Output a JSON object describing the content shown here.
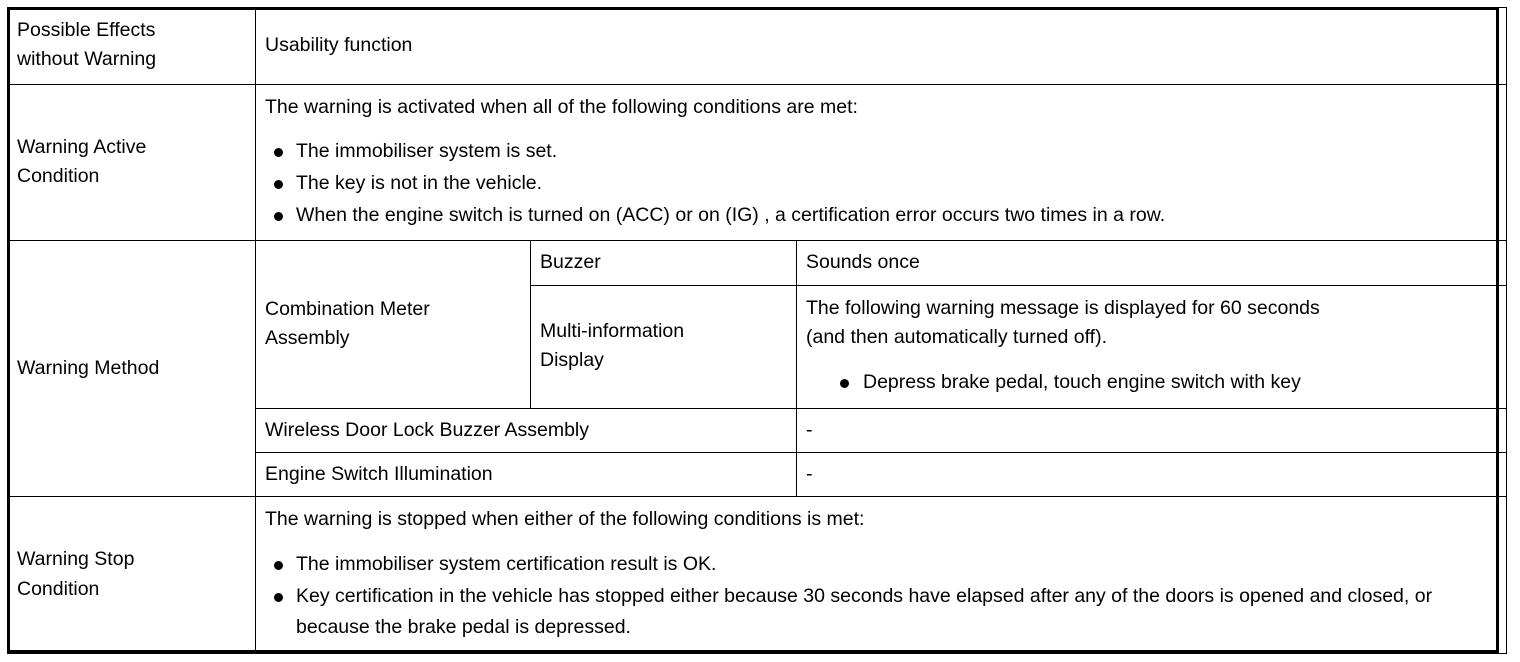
{
  "table": {
    "rows": {
      "possible_effects": {
        "label": "Possible Effects\nwithout Warning",
        "value": "Usability function"
      },
      "warning_active_condition": {
        "label": "Warning Active\nCondition",
        "intro": "The warning is activated when all of the following conditions are met:",
        "bullets": [
          "The immobiliser system is set.",
          "The key is not in the vehicle.",
          "When the engine switch is turned on (ACC) or on (IG) , a certification error occurs two times in a row."
        ]
      },
      "warning_method": {
        "label": "Warning Method",
        "combination_meter": {
          "label": "Combination Meter\nAssembly",
          "buzzer": {
            "label": "Buzzer",
            "value": "Sounds once"
          },
          "multi_information_display": {
            "label": "Multi-information\nDisplay",
            "intro": "The following warning message is displayed for 60 seconds\n(and then automatically turned off).",
            "bullets": [
              "Depress brake pedal, touch engine switch with key"
            ]
          }
        },
        "wireless_door_lock_buzzer": {
          "label": "Wireless Door Lock Buzzer Assembly",
          "value": "-"
        },
        "engine_switch_illumination": {
          "label": "Engine Switch Illumination",
          "value": "-"
        }
      },
      "warning_stop_condition": {
        "label": "Warning Stop\nCondition",
        "intro": "The warning is stopped when either of the following conditions is met:",
        "bullets": [
          "The immobiliser system certification result is OK.",
          "Key certification in the vehicle has stopped either because 30 seconds have elapsed after any of the doors is opened and closed, or because the brake pedal is depressed."
        ]
      }
    }
  },
  "colors": {
    "border": "#000000",
    "text": "#000000",
    "background": "#ffffff"
  }
}
